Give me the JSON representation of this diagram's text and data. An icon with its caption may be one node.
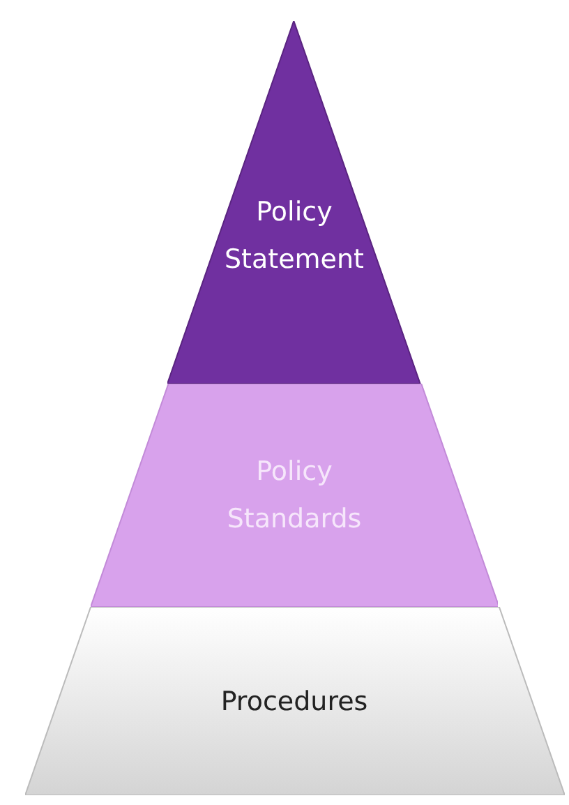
{
  "diagram": {
    "nodes": [
      {
        "text": [
          "Policy Statement"
        ]
      },
      {
        "text": [
          "Policy Standards"
        ]
      },
      {
        "text": [
          "Procedures"
        ]
      }
    ]
  }
}
